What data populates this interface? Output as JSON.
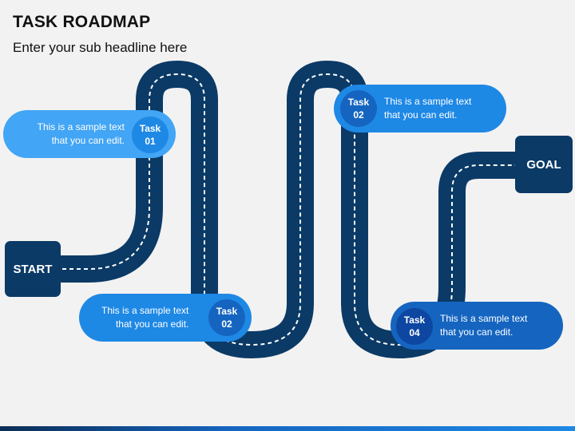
{
  "header": {
    "title": "TASK ROADMAP",
    "subtitle": "Enter your sub headline here"
  },
  "endpoints": {
    "start": "START",
    "goal": "GOAL"
  },
  "tasks": [
    {
      "label": "Task",
      "number": "01",
      "line1": "This is a sample text",
      "line2": "that you can edit."
    },
    {
      "label": "Task",
      "number": "02",
      "line1": "This is a sample text",
      "line2": "that you can edit."
    },
    {
      "label": "Task",
      "number": "02",
      "line1": "This is a sample text",
      "line2": "that you can edit."
    },
    {
      "label": "Task",
      "number": "04",
      "line1": "This is a sample text",
      "line2": "that you can edit."
    }
  ],
  "colors": {
    "road": "#0b3a66",
    "dash": "#ffffff",
    "endpoint": "#0b3a66",
    "light_pill": "#42a5f5",
    "light_circle": "#1e88e5",
    "mid_pill": "#1e88e5",
    "mid_circle": "#1565c0",
    "dark_pill": "#1565c0",
    "dark_circle": "#0d47a1"
  }
}
